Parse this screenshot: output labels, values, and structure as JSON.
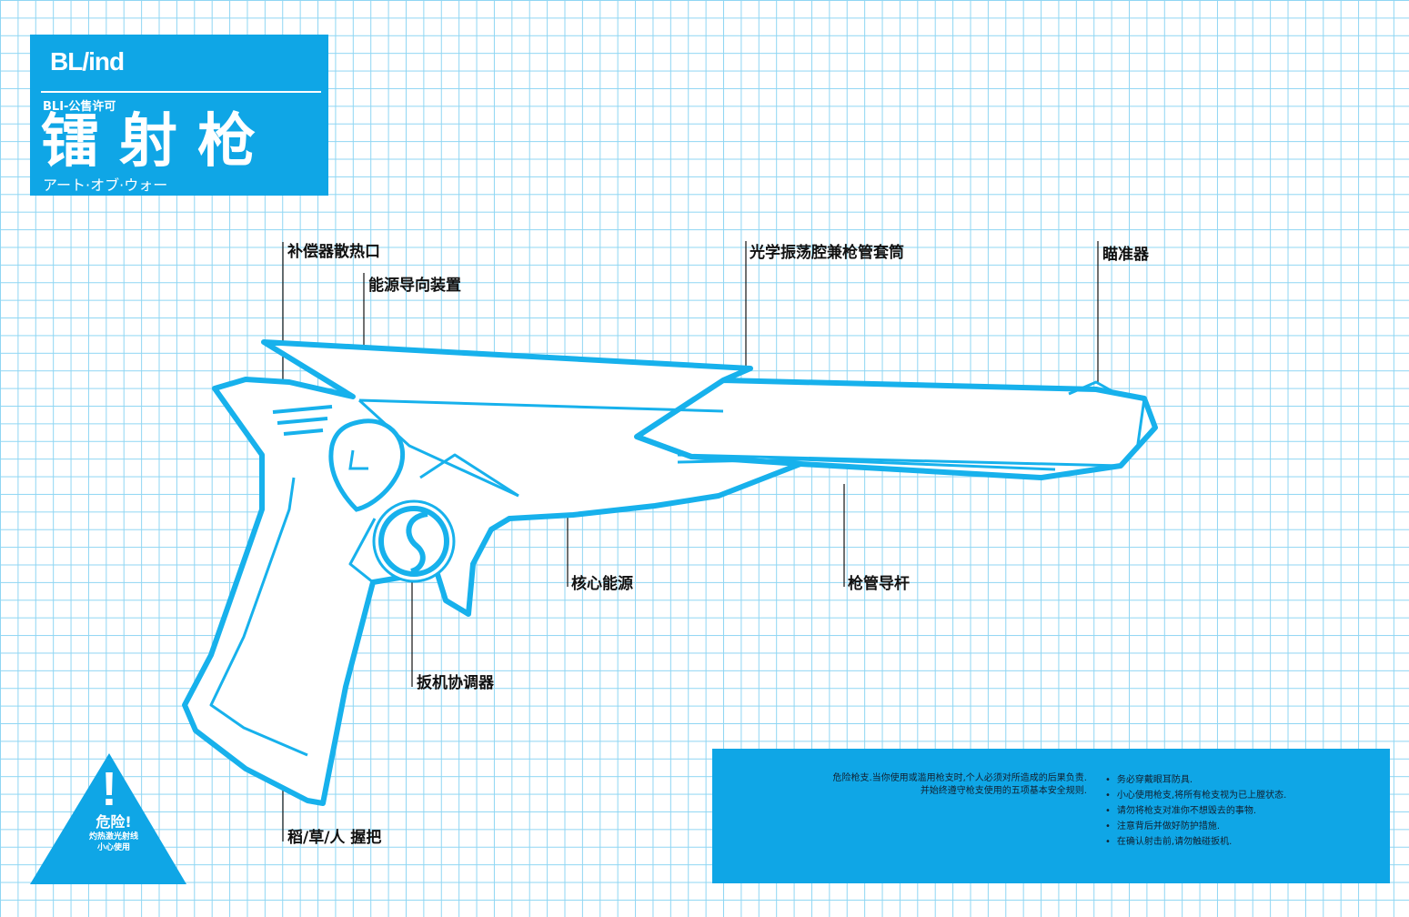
{
  "header": {
    "brand": "BL/ind",
    "license": "BLI-公售许可",
    "title": "镭射枪",
    "subtitle": "アート·オブ·ウォー"
  },
  "labels": {
    "compensator_vent": "补偿器散热口",
    "energy_guide": "能源导向装置",
    "optical_cavity": "光学振荡腔兼枪管套筒",
    "sight": "瞄准器",
    "core_energy": "核心能源",
    "barrel_guide_rod": "枪管导杆",
    "trigger_coordinator": "扳机协调器",
    "grip": "稻/草/人 握把"
  },
  "warning": {
    "title": "危险!",
    "line1": "灼热激光射线",
    "line2": "小心使用"
  },
  "safety": {
    "main_line1": "危险枪支.当你使用或滥用枪支时,个人必须对所造成的后果负责.",
    "main_line2": "并始终遵守枪支使用的五项基本安全规则.",
    "rules": [
      "务必穿戴眼耳防具.",
      "小心使用枪支,将所有枪支视为已上膛状态.",
      "请勿将枪支对准你不想毁去的事物.",
      "注意背后并做好防护措施.",
      "在确认射击前,请勿触碰扳机."
    ]
  },
  "colors": {
    "accent": "#0fa6e6",
    "grid": "#8fd6f3",
    "outline": "#17b1ec"
  }
}
